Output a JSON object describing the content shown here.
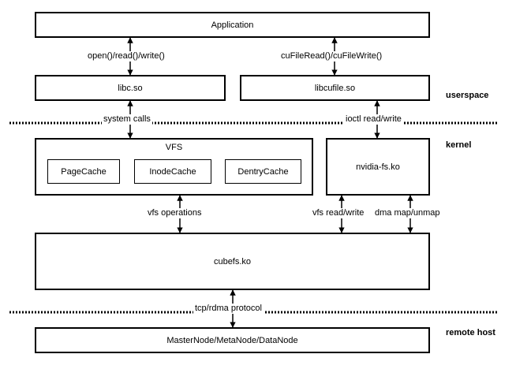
{
  "boxes": {
    "application": "Application",
    "libc": "libc.so",
    "libcufile": "libcufile.so",
    "vfs": "VFS",
    "pagecache": "PageCache",
    "inodecache": "InodeCache",
    "dentrycache": "DentryCache",
    "nvidiafs": "nvidia-fs.ko",
    "cubefs": "cubefs.ko",
    "remote": "MasterNode/MetaNode/DataNode"
  },
  "edges": {
    "open_read_write": "open()/read()/write()",
    "cufile_rw": "cuFileRead()/cuFileWrite()",
    "system_calls": "system calls",
    "ioctl": "ioctl read/write",
    "vfs_ops": "vfs operations",
    "vfs_rw": "vfs read/write",
    "dma": "dma map/unmap",
    "tcp_rdma": "tcp/rdma protocol"
  },
  "layers": {
    "userspace": "userspace",
    "kernel": "kernel",
    "remote_host": "remote host"
  }
}
